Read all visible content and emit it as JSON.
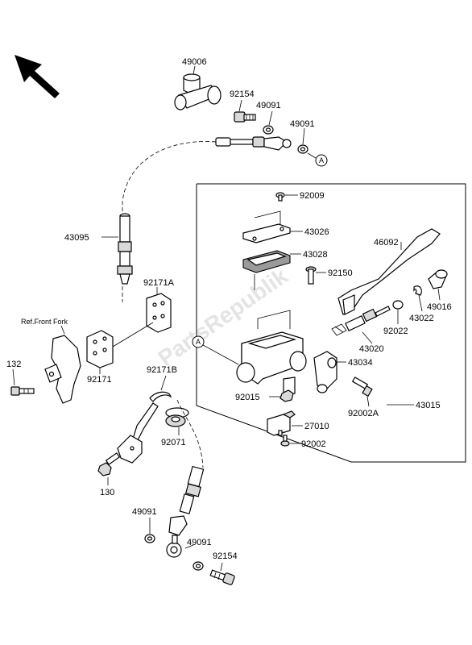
{
  "watermark": "PartsRepublik",
  "reference_label": "Ref.Front Fork",
  "reference_marker": "A",
  "part_numbers": {
    "p49006": "49006",
    "p92154_top": "92154",
    "p49091_a": "49091",
    "p49091_b": "49091",
    "p92009": "92009",
    "p43026": "43026",
    "p43028": "43028",
    "p92150": "92150",
    "p46092": "46092",
    "p43095": "43095",
    "p92171A": "92171A",
    "p92171": "92171",
    "p132": "132",
    "p92171B": "92171B",
    "p49016": "49016",
    "p43022": "43022",
    "p92022": "92022",
    "p43020": "43020",
    "p43034": "43034",
    "p92015": "92015",
    "p92002A": "92002A",
    "p43015": "43015",
    "p27010": "27010",
    "p92002": "92002",
    "p92071": "92071",
    "p130": "130",
    "p49091_c": "49091",
    "p49091_d": "49091",
    "p92154_bot": "92154"
  }
}
